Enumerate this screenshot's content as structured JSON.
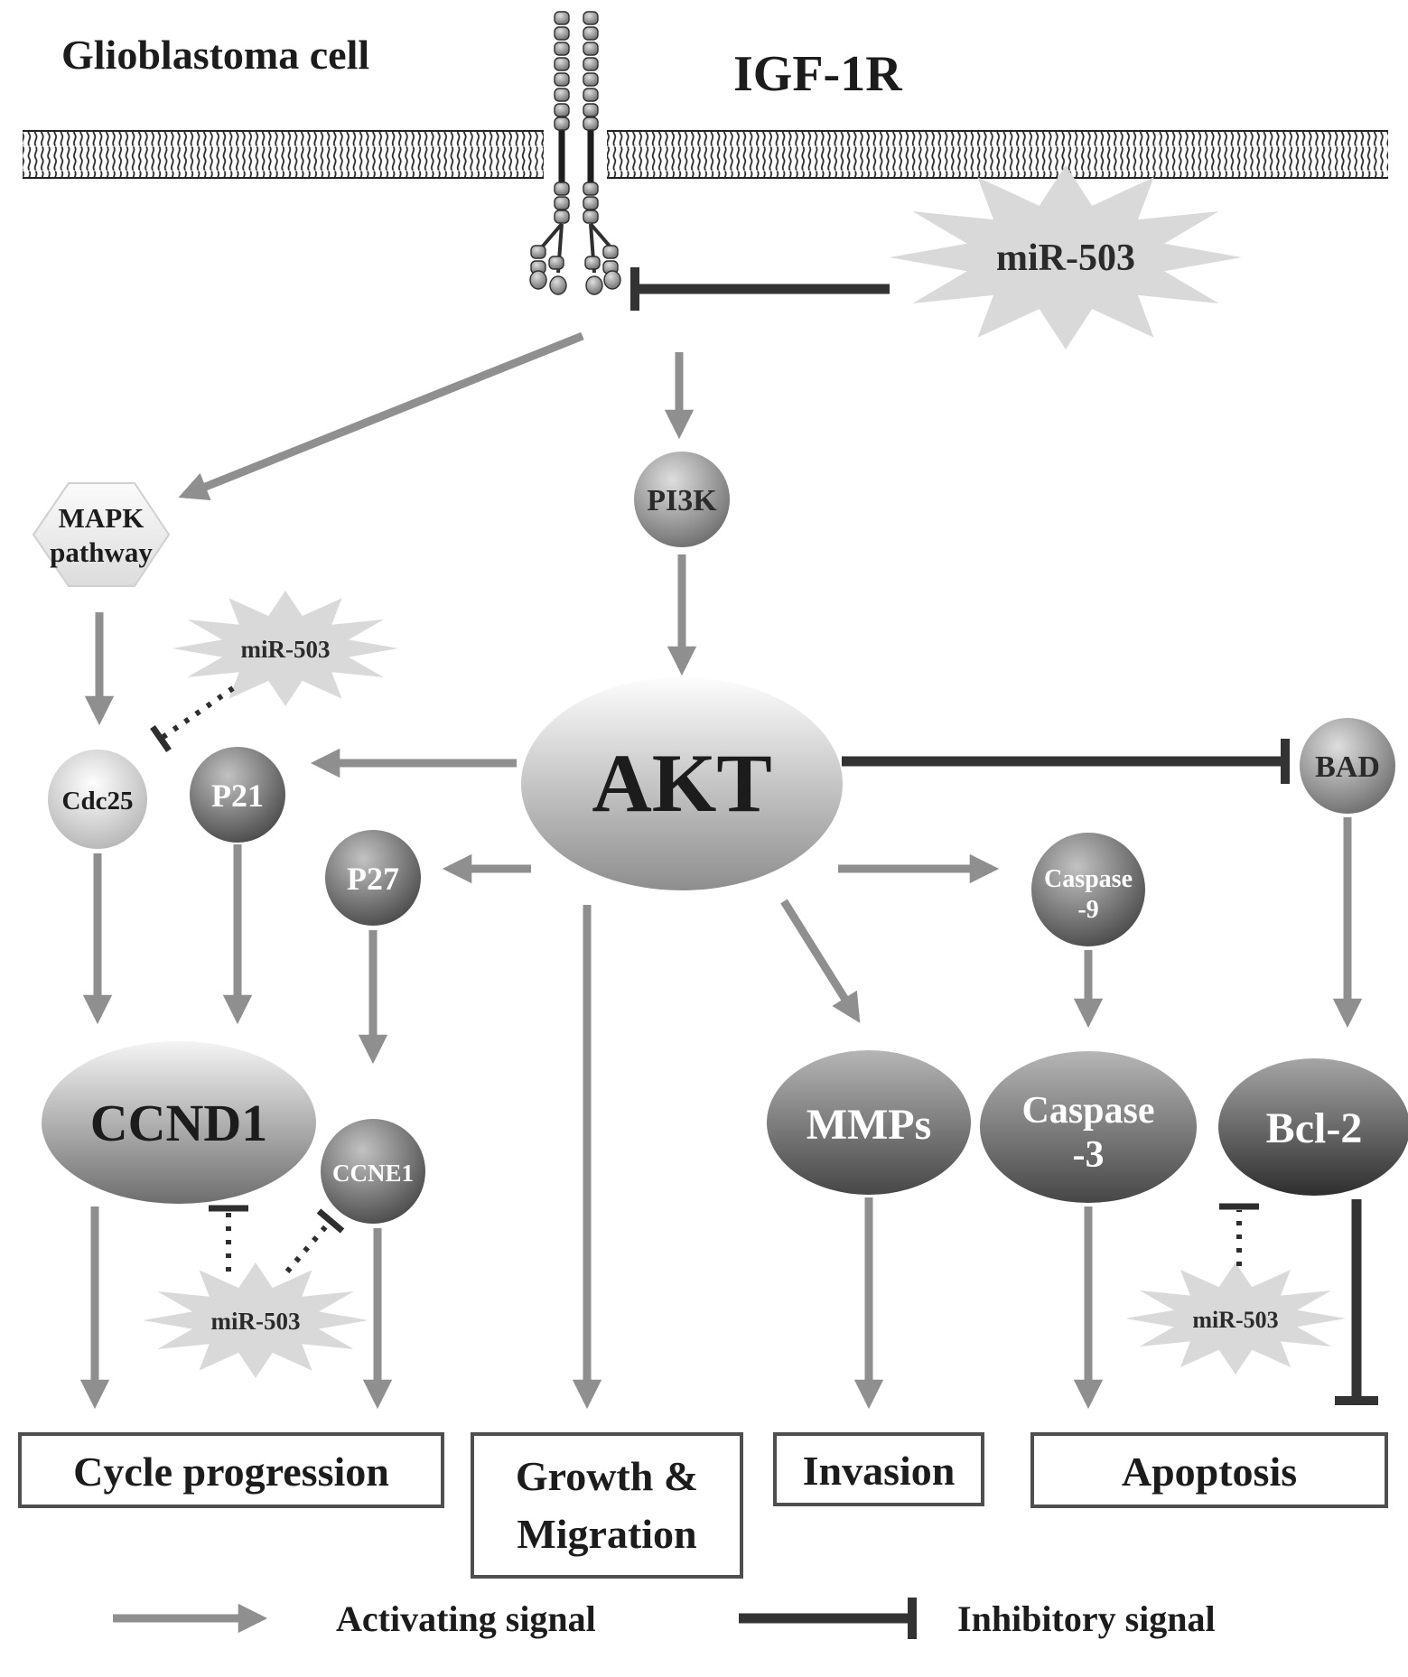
{
  "page": {
    "title": "Glioblastoma cell"
  },
  "receptor": {
    "label": "IGF-1R"
  },
  "mir503": {
    "label": "miR-503"
  },
  "nodes": {
    "mapk1": "MAPK",
    "mapk2": "pathway",
    "pi3k": "PI3K",
    "akt": "AKT",
    "cdc25": "Cdc25",
    "p21": "P21",
    "p27": "P27",
    "bad": "BAD",
    "casp9a": "Caspase",
    "casp9b": "-9",
    "ccnd1": "CCND1",
    "ccne1": "CCNE1",
    "mmps": "MMPs",
    "casp3a": "Caspase",
    "casp3b": "-3",
    "bcl2": "Bcl-2"
  },
  "outcomes": {
    "cycle": "Cycle progression",
    "growth1": "Growth &",
    "growth2": "Migration",
    "invasion": "Invasion",
    "apoptosis": "Apoptosis"
  },
  "legend": {
    "activating": "Activating signal",
    "inhibitory": "Inhibitory signal"
  },
  "edges": [
    {
      "from": "IGF-1R",
      "to": "MAPK pathway",
      "type": "activating"
    },
    {
      "from": "IGF-1R",
      "to": "PI3K",
      "type": "activating"
    },
    {
      "from": "miR-503",
      "to": "IGF-1R",
      "type": "inhibitory"
    },
    {
      "from": "PI3K",
      "to": "AKT",
      "type": "activating"
    },
    {
      "from": "MAPK pathway",
      "to": "Cdc25",
      "type": "activating"
    },
    {
      "from": "miR-503",
      "to": "Cdc25",
      "type": "inhibitory-dotted"
    },
    {
      "from": "AKT",
      "to": "P21",
      "type": "activating"
    },
    {
      "from": "AKT",
      "to": "P27",
      "type": "activating"
    },
    {
      "from": "AKT",
      "to": "BAD",
      "type": "inhibitory"
    },
    {
      "from": "AKT",
      "to": "Caspase-9",
      "type": "activating"
    },
    {
      "from": "AKT",
      "to": "MMPs",
      "type": "activating"
    },
    {
      "from": "AKT",
      "to": "Growth & Migration",
      "type": "activating"
    },
    {
      "from": "Cdc25",
      "to": "CCND1",
      "type": "activating"
    },
    {
      "from": "P21",
      "to": "CCND1",
      "type": "activating"
    },
    {
      "from": "P27",
      "to": "CCNE1",
      "type": "activating"
    },
    {
      "from": "miR-503",
      "to": "CCND1",
      "type": "inhibitory-dotted"
    },
    {
      "from": "miR-503",
      "to": "CCNE1",
      "type": "inhibitory-dotted"
    },
    {
      "from": "CCND1",
      "to": "Cycle progression",
      "type": "activating"
    },
    {
      "from": "CCNE1",
      "to": "Cycle progression",
      "type": "activating"
    },
    {
      "from": "Caspase-9",
      "to": "Caspase-3",
      "type": "activating"
    },
    {
      "from": "BAD",
      "to": "Bcl-2",
      "type": "activating"
    },
    {
      "from": "miR-503",
      "to": "Bcl-2",
      "type": "inhibitory-dotted"
    },
    {
      "from": "MMPs",
      "to": "Invasion",
      "type": "activating"
    },
    {
      "from": "Caspase-3",
      "to": "Apoptosis",
      "type": "activating"
    },
    {
      "from": "Bcl-2",
      "to": "Apoptosis",
      "type": "inhibitory"
    }
  ],
  "colors": {
    "activating_arrow": "#8f8f8f",
    "inhibitory_line": "#333333",
    "burst_fill": "#d9d9d9",
    "background": "#ffffff"
  }
}
